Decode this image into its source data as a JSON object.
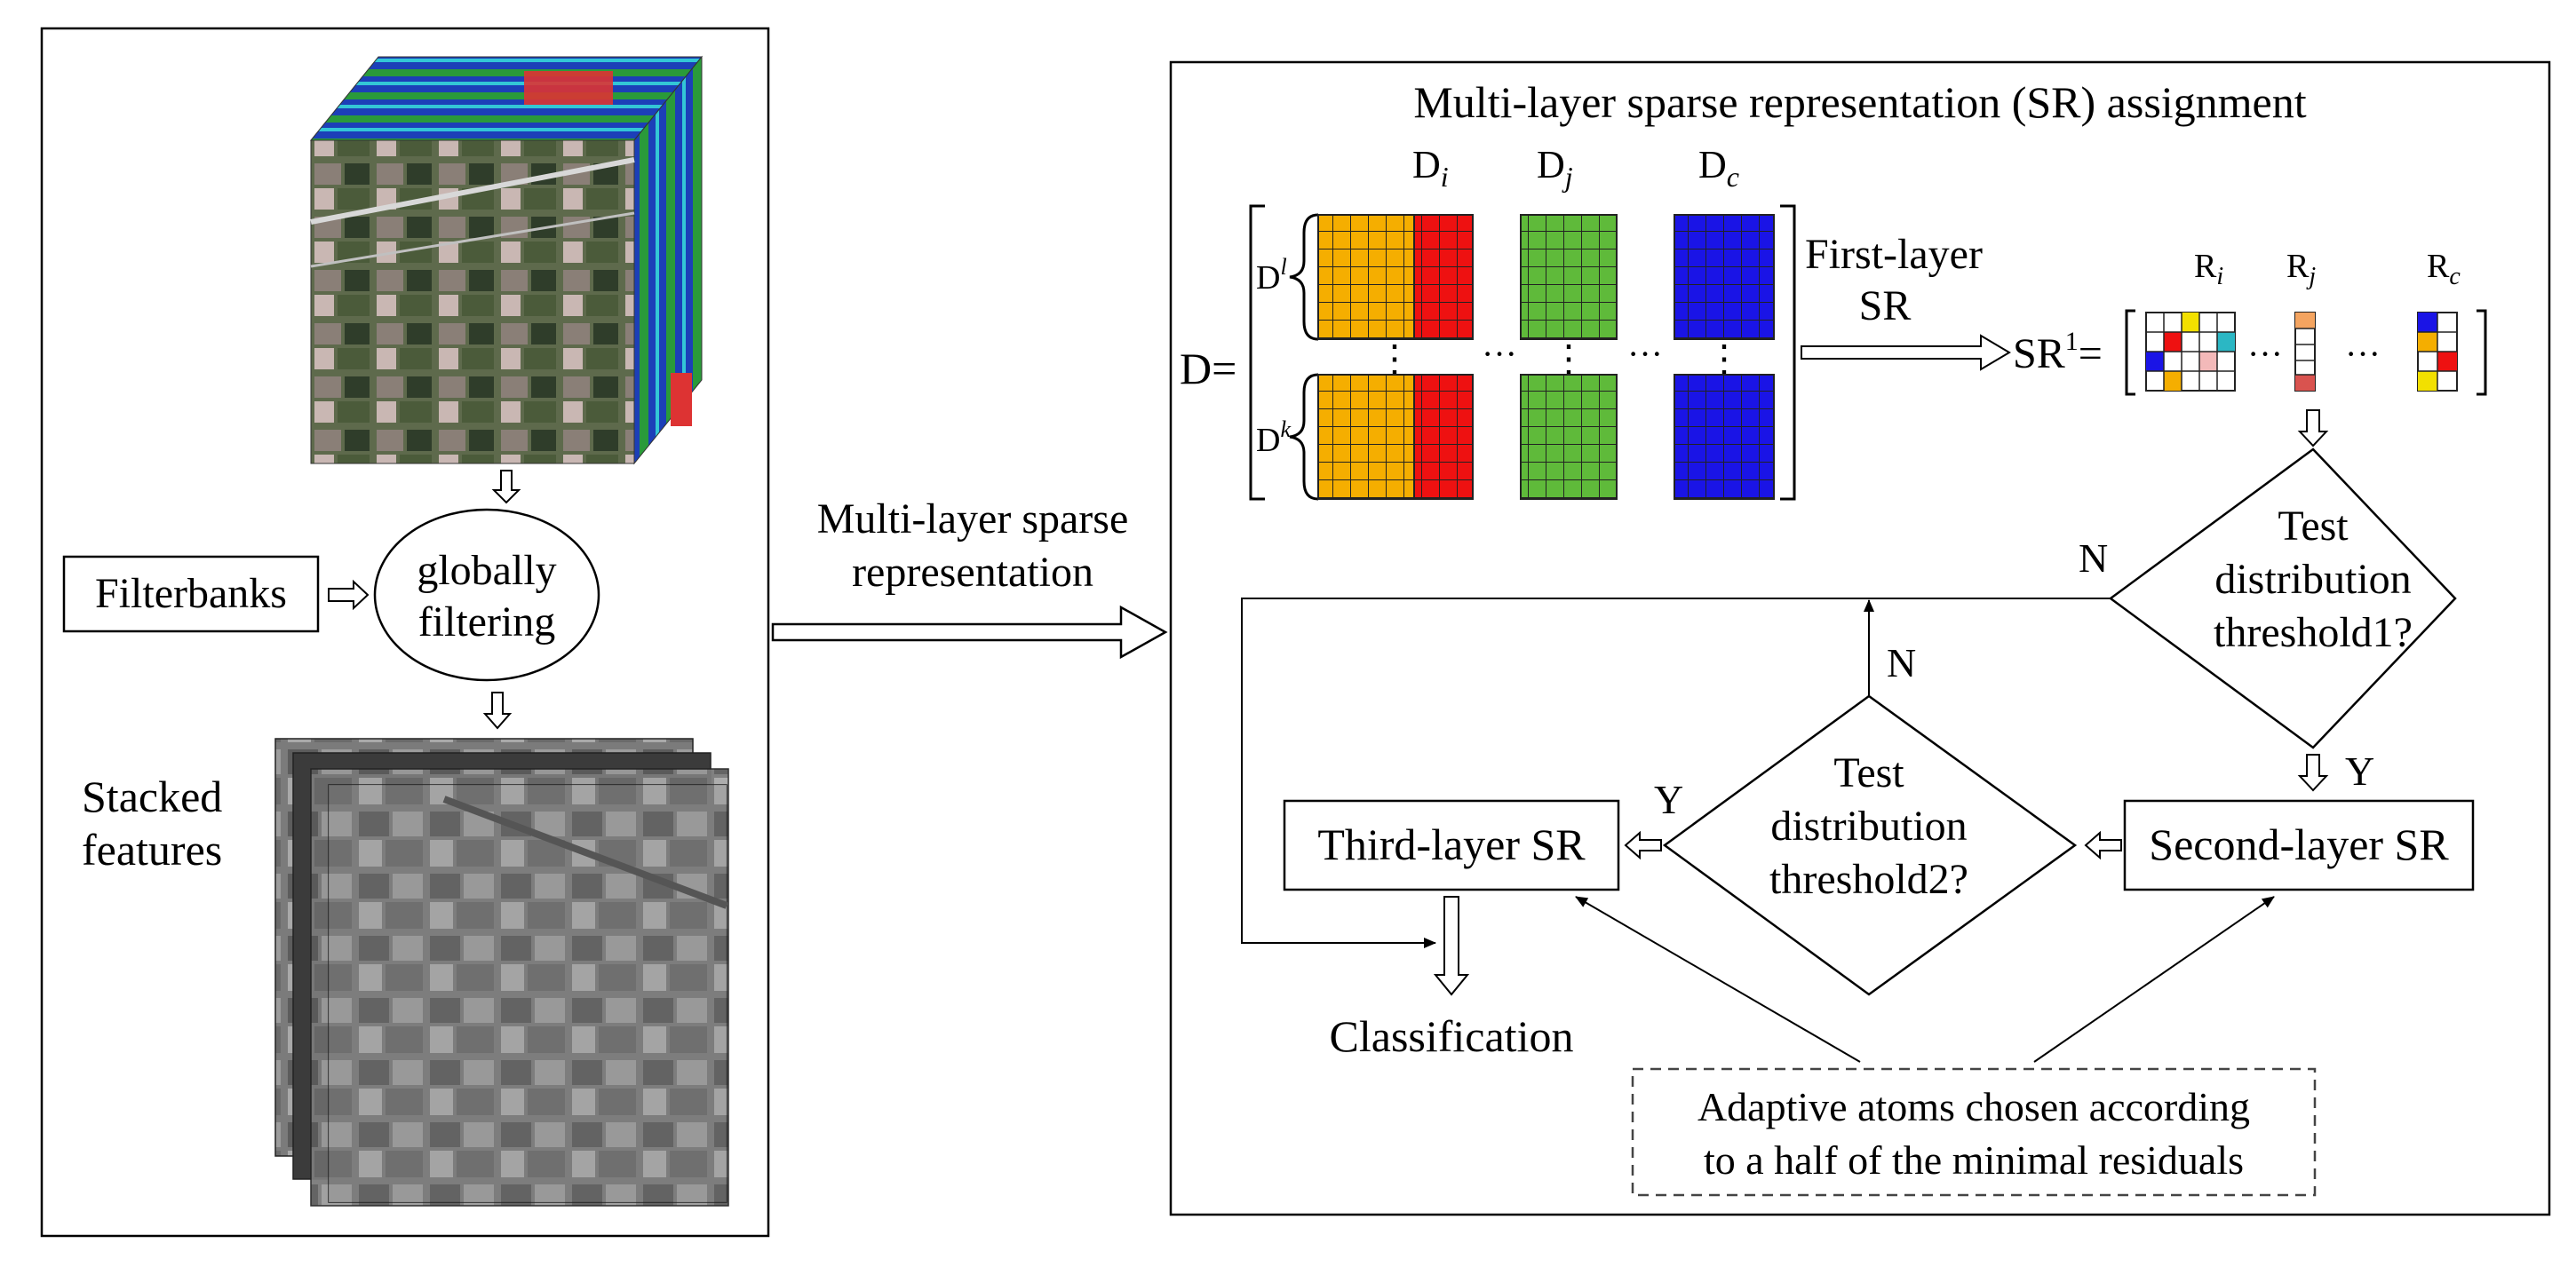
{
  "colors": {
    "dict_i_left": "#f5ae00",
    "dict_i_right": "#ee1111",
    "dict_j": "#5fba3a",
    "dict_c": "#1a14e6"
  },
  "left_panel": {
    "filterbanks": "Filterbanks",
    "filtering": [
      "globally",
      "filtering"
    ],
    "stacked_features": [
      "Stacked",
      "features"
    ]
  },
  "middle": {
    "arrow_label": [
      "Multi-layer sparse",
      "representation"
    ]
  },
  "right_panel": {
    "title": "Multi-layer sparse representation (SR) assignment",
    "dict_labels": {
      "d_i": "D",
      "i_sub": "i",
      "d_j": "D",
      "j_sub": "j",
      "d_c": "D",
      "c_sub": "c"
    },
    "d_equals": "D=",
    "d1": "D",
    "d1_sup": "l",
    "dk": "D",
    "dk_sup": "k",
    "ellipsis_dots": "⋮",
    "ellipsis_h": "···",
    "first_layer": [
      "First-layer",
      "SR"
    ],
    "sr1": "SR",
    "sr1_sup": "1",
    "sr1_eq": "=",
    "residuals": {
      "r_i": "R",
      "i_sub": "i",
      "r_j": "R",
      "j_sub": "j",
      "r_c": "R",
      "c_sub": "c"
    },
    "test1": [
      "Test",
      "distribution",
      "threshold1?"
    ],
    "test2": [
      "Test",
      "distribution",
      "threshold2?"
    ],
    "second_layer": "Second-layer SR",
    "third_layer": "Third-layer SR",
    "classification": "Classification",
    "adaptive": [
      "Adaptive atoms chosen according",
      "to a half of the minimal residuals"
    ],
    "label_n": "N",
    "label_y": "Y"
  }
}
